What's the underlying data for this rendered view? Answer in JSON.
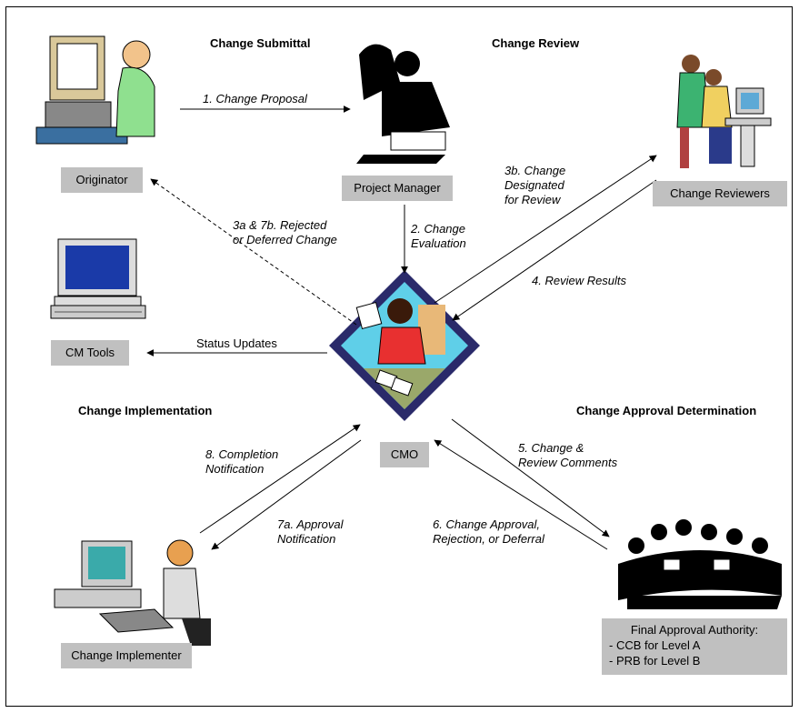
{
  "headers": {
    "submittal": "Change Submittal",
    "review": "Change Review",
    "implementation": "Change Implementation",
    "approval": "Change Approval Determination"
  },
  "nodes": {
    "originator": "Originator",
    "project_manager": "Project Manager",
    "reviewers": "Change Reviewers",
    "cm_tools": "CM Tools",
    "cmo": "CMO",
    "implementer": "Change Implementer",
    "approval_title": "Final Approval Authority:",
    "approval_line1": "- CCB for Level A",
    "approval_line2": "- PRB for Level B"
  },
  "flows": {
    "f1": "1. Change Proposal",
    "f2a": "2. Change",
    "f2b": "Evaluation",
    "f3b_a": "3b. Change",
    "f3b_b": "Designated",
    "f3b_c": "for Review",
    "f3a_a": "3a & 7b. Rejected",
    "f3a_b": "or Deferred Change",
    "f4": "4. Review Results",
    "status": "Status Updates",
    "f5a": "5. Change &",
    "f5b": "Review Comments",
    "f6a": "6. Change Approval,",
    "f6b": "Rejection, or Deferral",
    "f7a_a": "7a. Approval",
    "f7a_b": "Notification",
    "f8a": "8. Completion",
    "f8b": "Notification"
  }
}
